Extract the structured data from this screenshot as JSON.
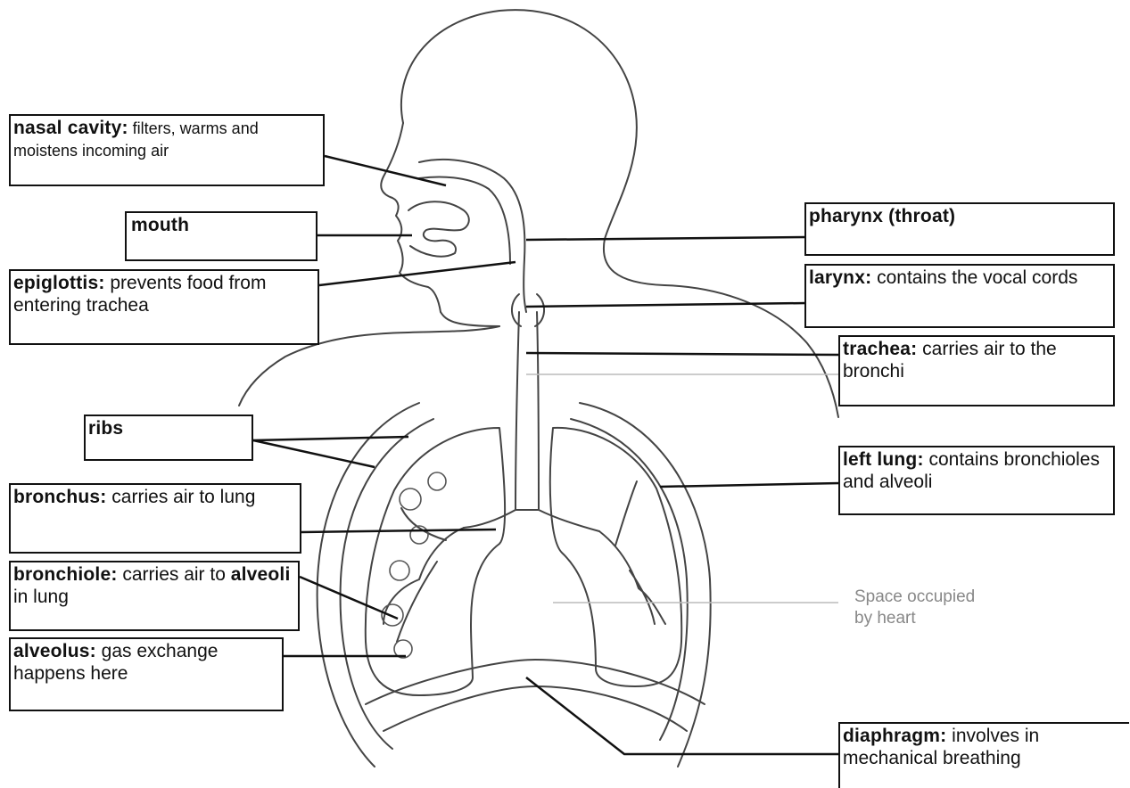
{
  "labels": {
    "nasal_cavity": {
      "term": "nasal cavity:",
      "desc": " filters, warms and moistens incoming air"
    },
    "mouth": {
      "term": "mouth"
    },
    "epiglottis": {
      "term": "epiglottis:",
      "desc": " prevents food from entering trachea"
    },
    "ribs": {
      "term": "ribs"
    },
    "bronchus": {
      "term": "bronchus:",
      "desc": " carries air to lung"
    },
    "bronchiole": {
      "term": "bronchiole:",
      "desc": " carries air to ",
      "term2": "alveoli",
      "desc2": " in lung"
    },
    "alveolus": {
      "term": "alveolus:",
      "desc": " gas exchange happens here"
    },
    "pharynx": {
      "term": "pharynx (throat)"
    },
    "larynx": {
      "term": "larynx:",
      "desc": " contains the vocal cords"
    },
    "trachea": {
      "term": "trachea:",
      "desc": " carries air to the bronchi"
    },
    "left_lung": {
      "term": "left lung:",
      "desc": " contains bronchioles and alveoli"
    },
    "diaphragm": {
      "term": "diaphragm:",
      "desc": " involves in mechanical breathing"
    }
  },
  "heart_note": "Space occupied by heart"
}
